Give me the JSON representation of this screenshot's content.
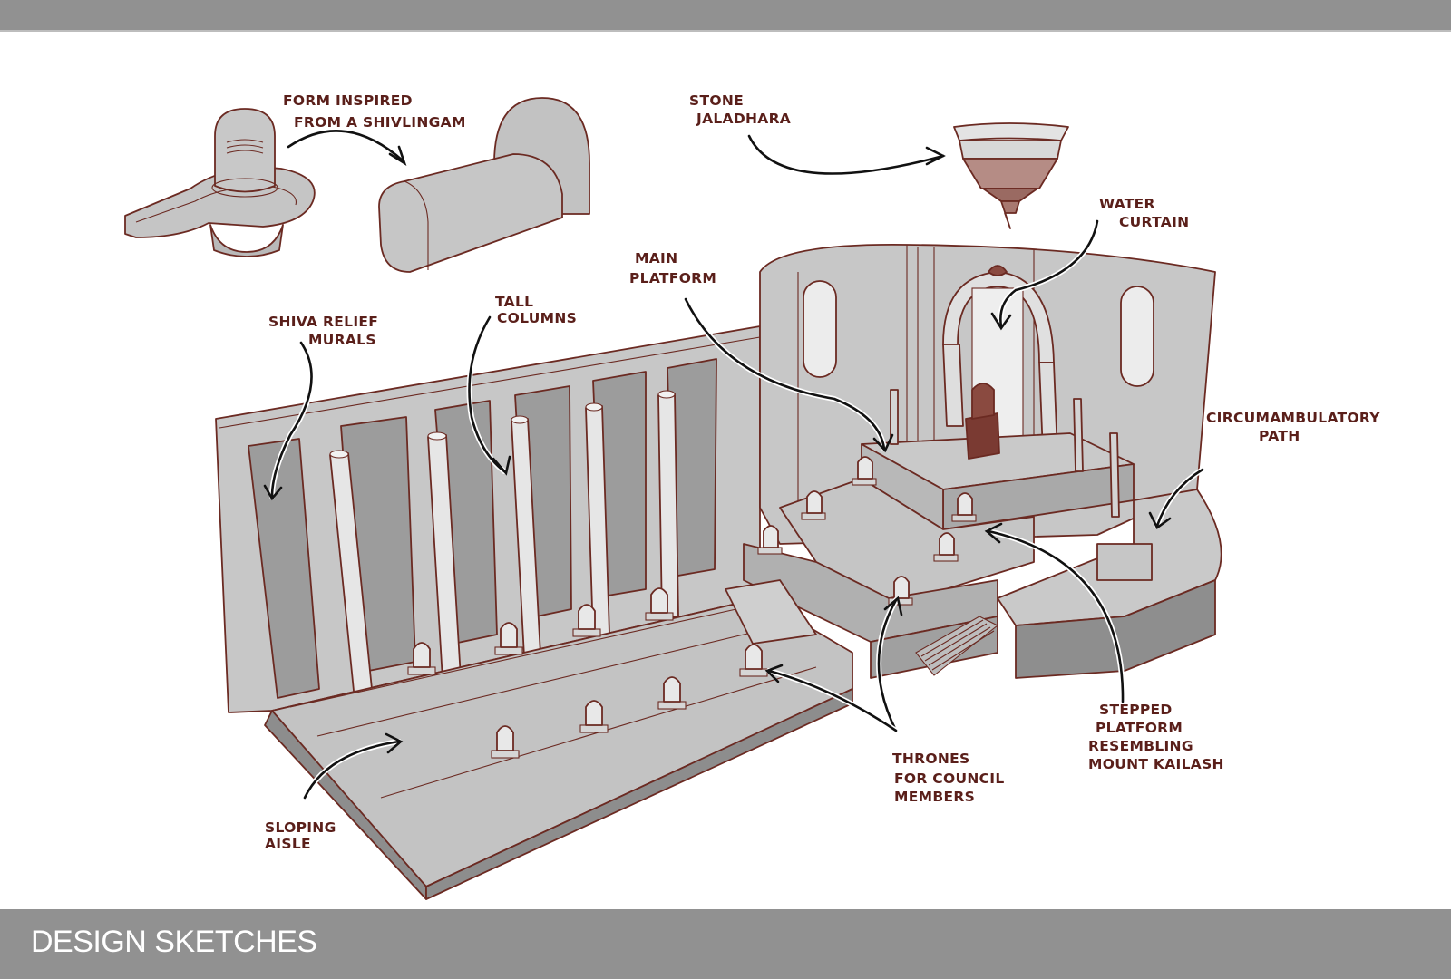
{
  "page": {
    "footer_title": "DESIGN SKETCHES"
  },
  "palette": {
    "bar_gray": "#919191",
    "canvas_white": "#ffffff",
    "sketch_fill": "#c7c7c7",
    "sketch_fill_light": "#e3e3e3",
    "sketch_fill_dark": "#8f8f8f",
    "outline_maroon": "#6b2a22",
    "label_maroon": "#5a1f1a",
    "arrow_black": "#111111"
  },
  "annotations": {
    "form_inspired": [
      "FORM INSPIRED",
      "FROM A SHIVLINGAM"
    ],
    "stone_jaladhara": [
      "STONE",
      "JALADHARA"
    ],
    "water_curtain": [
      "WATER",
      "CURTAIN"
    ],
    "main_platform": [
      "MAIN",
      "PLATFORM"
    ],
    "shiva_relief_murals": [
      "SHIVA RELIEF",
      "MURALS"
    ],
    "tall_columns": [
      "TALL",
      "COLUMNS"
    ],
    "circumambulatory_path": [
      "CIRCUMAMBULATORY",
      "PATH"
    ],
    "stepped_platform": [
      "STEPPED",
      "PLATFORM",
      "RESEMBLING",
      "MOUNT KAILASH"
    ],
    "thrones": [
      "THRONES",
      "FOR COUNCIL",
      "MEMBERS"
    ],
    "sloping_aisle": [
      "SLOPING",
      "AISLE"
    ]
  }
}
